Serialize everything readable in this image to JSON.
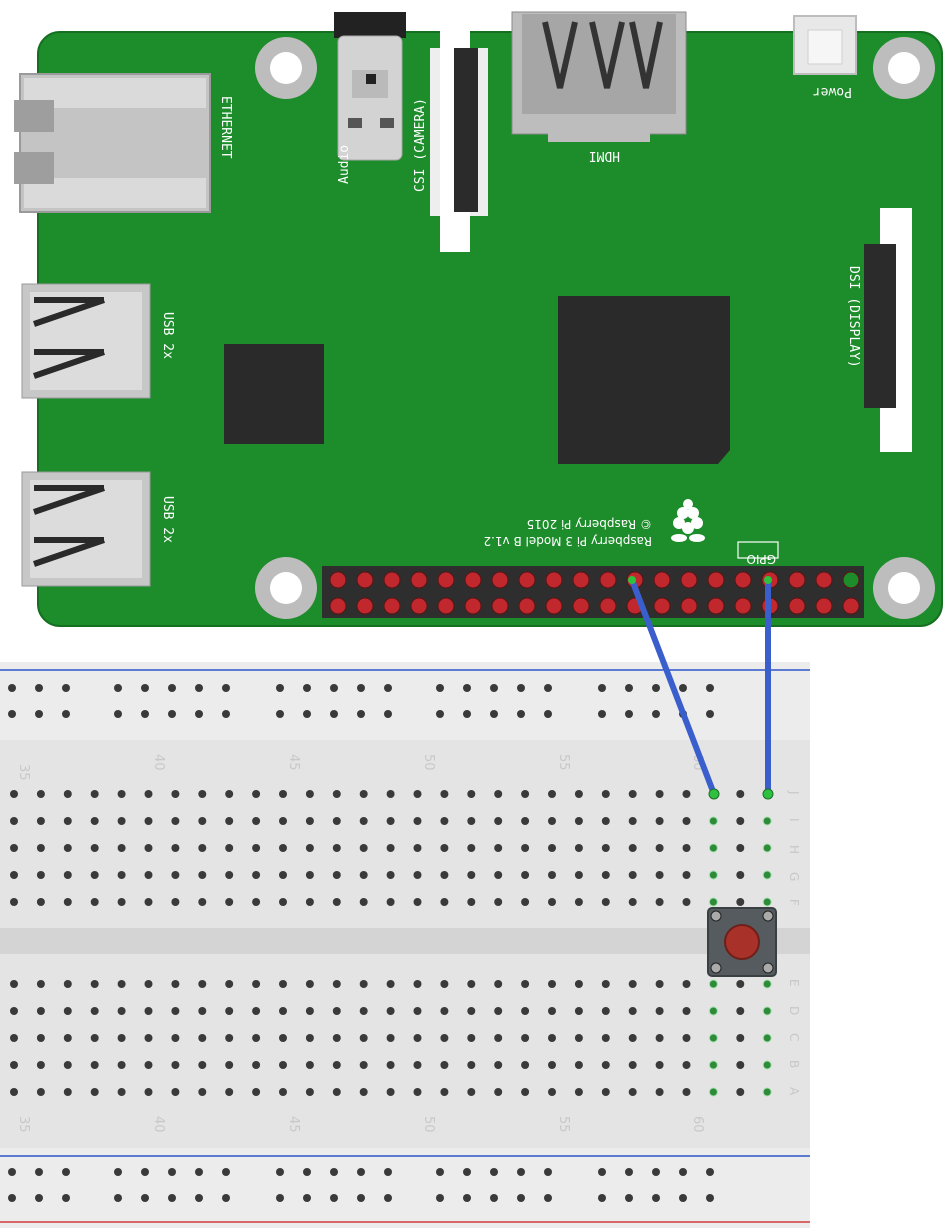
{
  "board": {
    "ethernet_label": "ETHERNET",
    "audio_label": "Audio",
    "csi_label": "CSI (CAMERA)",
    "hdmi_label": "HDMI",
    "power_label": "Power",
    "usb_label_1": "USB 2x",
    "usb_label_2": "USB 2x",
    "dsi_label": "DSI (DISPLAY)",
    "model_line1": "Raspberry Pi 3 Model B v1.2",
    "model_line2": "© Raspberry Pi 2015",
    "gpio_label": "GPIO"
  },
  "breadboard": {
    "column_numbers": [
      "35",
      "40",
      "45",
      "50",
      "55",
      "60"
    ],
    "row_letters_top": [
      "J",
      "I",
      "H",
      "G",
      "F"
    ],
    "row_letters_bottom": [
      "E",
      "D",
      "C",
      "B",
      "A"
    ]
  },
  "colors": {
    "board_green": "#1d8c2b",
    "wire_blue": "#3a5fcd",
    "header_pin_red": "#c0282d",
    "button_red": "#a8322a",
    "rail_blue": "#2d55c8",
    "rail_red": "#d23c3c"
  }
}
